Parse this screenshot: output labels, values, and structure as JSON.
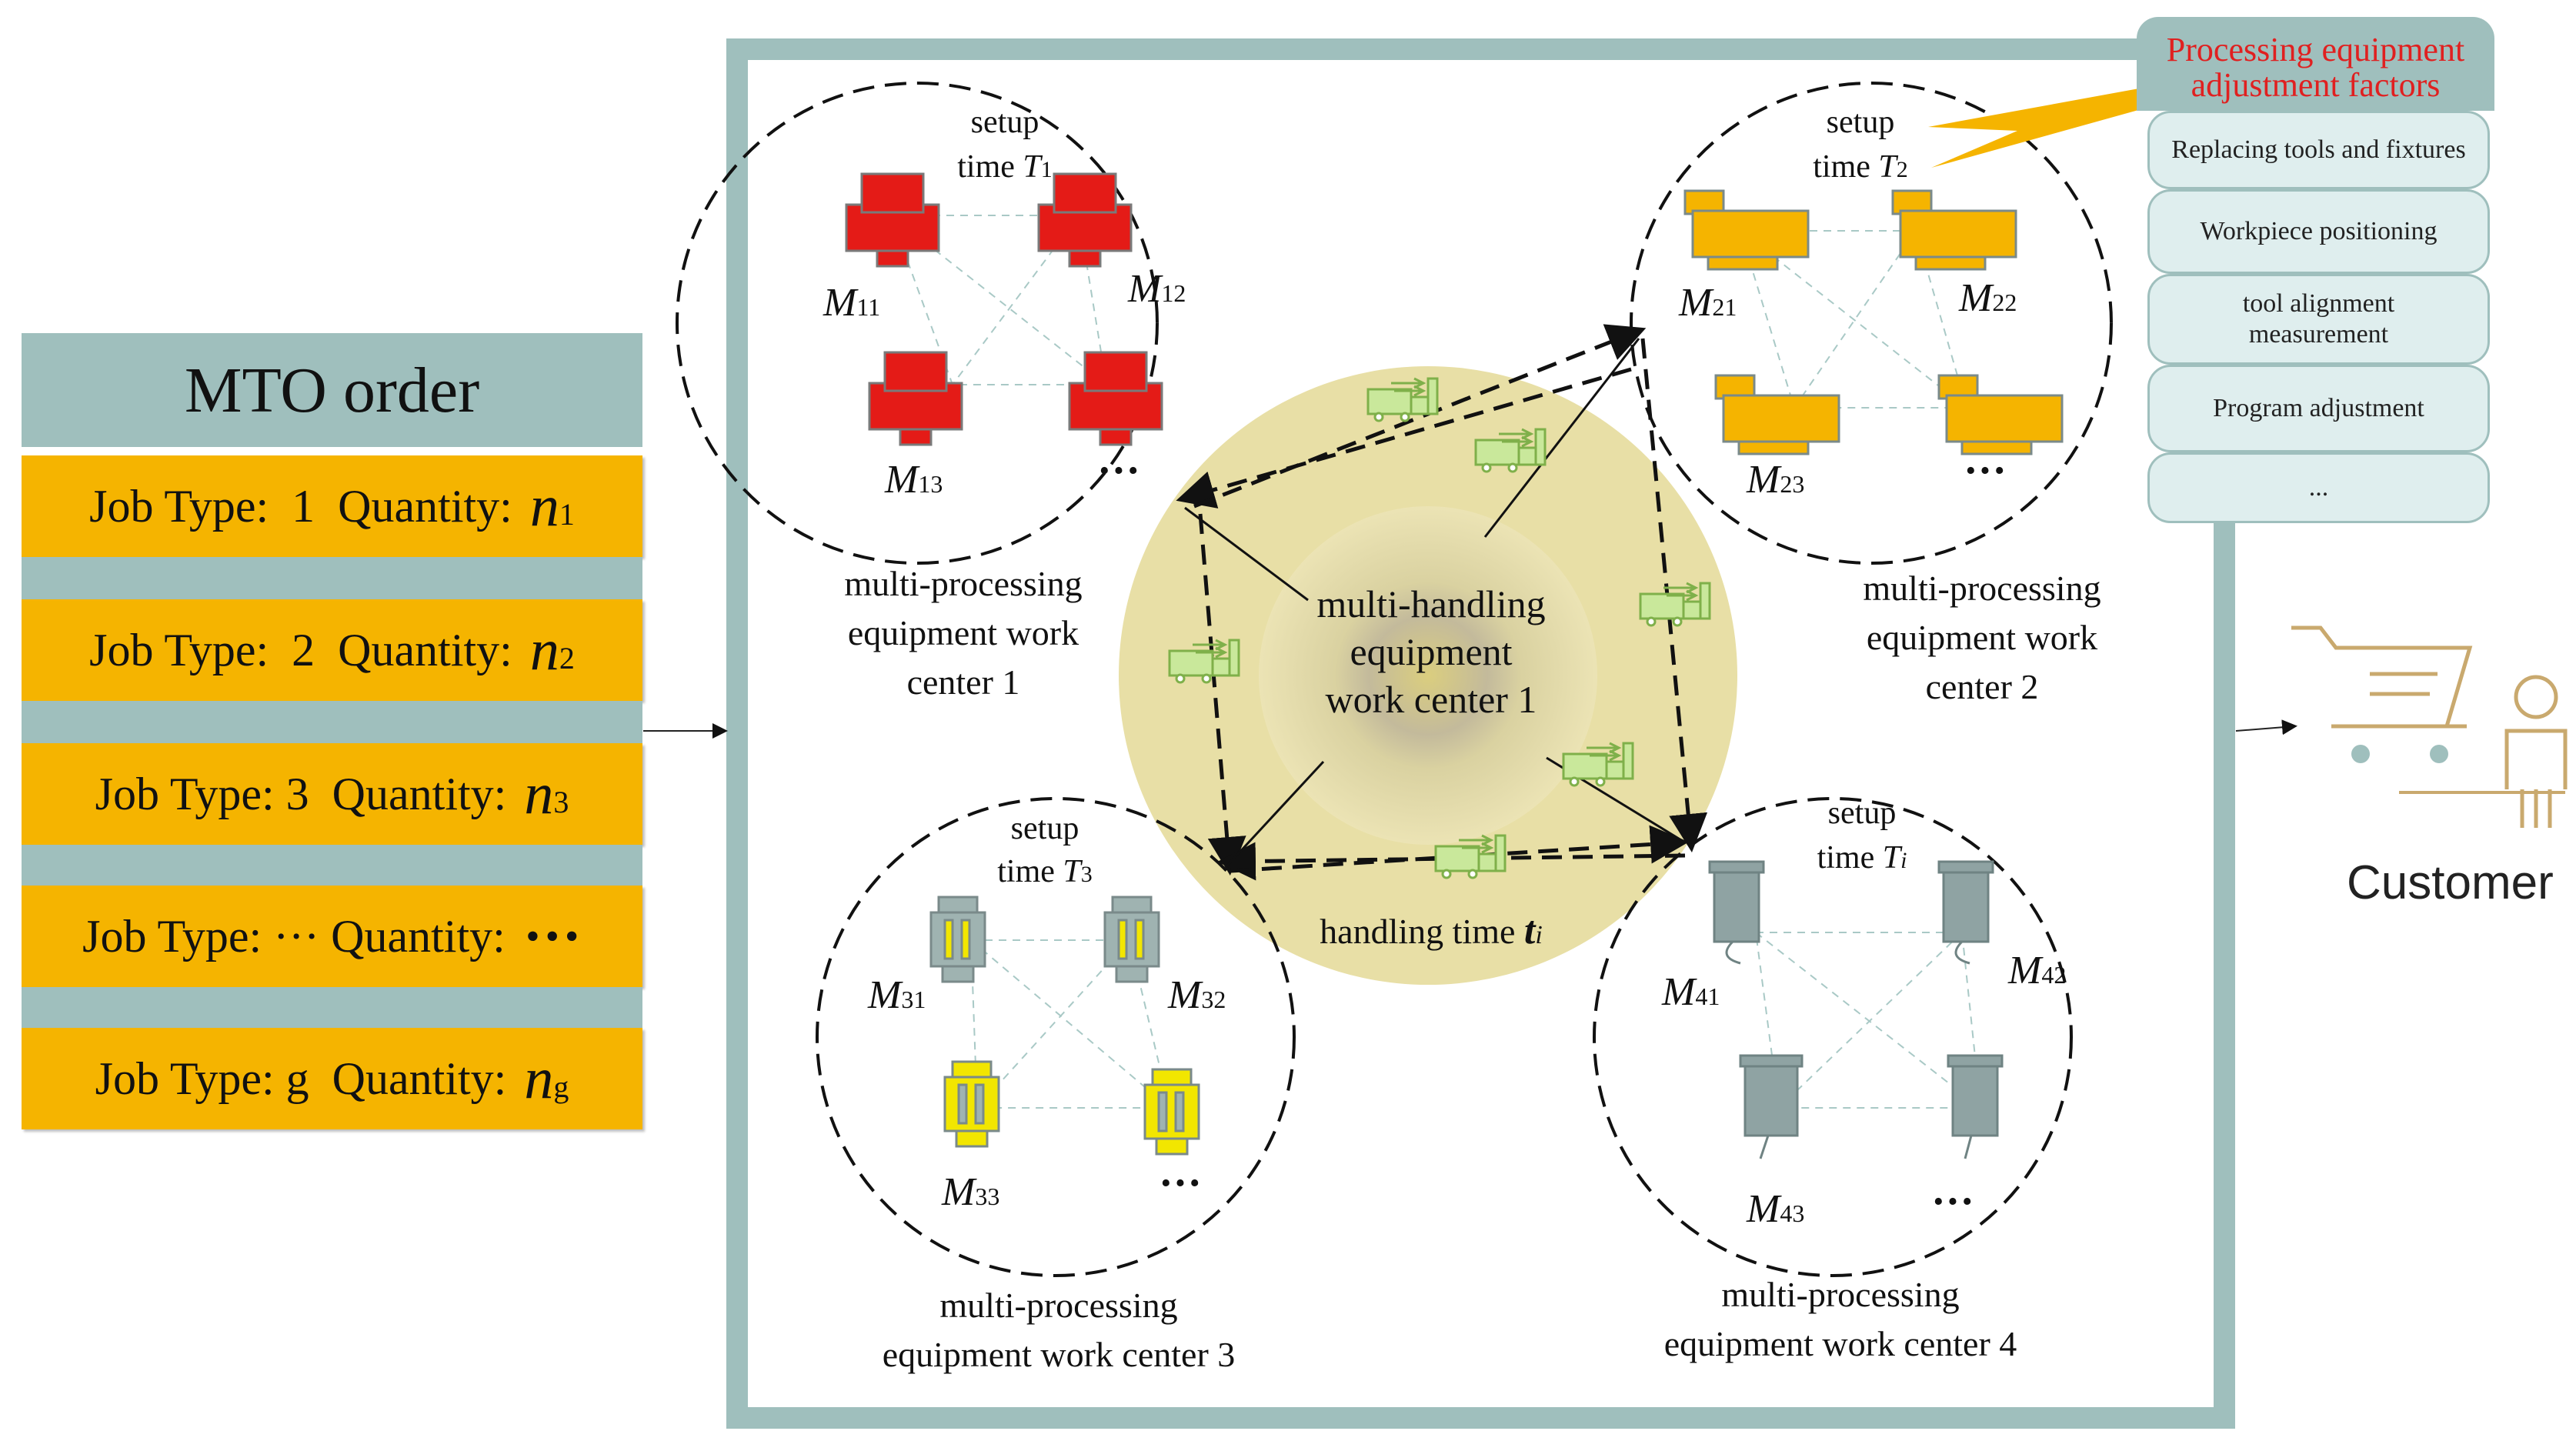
{
  "order": {
    "title": "MTO order",
    "rows": [
      {
        "job": "Job Type:  1  Quantity: ",
        "n": "n",
        "sub": "1"
      },
      {
        "job": "Job Type:  2  Quantity: ",
        "n": "n",
        "sub": "2"
      },
      {
        "job": "Job Type: 3  Quantity: ",
        "n": "n",
        "sub": "3"
      },
      {
        "job": "Job Type: ··· Quantity: ",
        "n": "···",
        "sub": ""
      },
      {
        "job": "Job Type: g  Quantity: ",
        "n": "n",
        "sub": "g"
      }
    ]
  },
  "factors": {
    "title": "Processing equipment adjustment factors",
    "items": [
      "Replacing tools and fixtures",
      "Workpiece positioning",
      "tool alignment measurement",
      "Program adjustment",
      "..."
    ]
  },
  "customer": {
    "label": "Customer"
  },
  "handling_center": {
    "label_lines": [
      "multi-handling",
      "equipment",
      "work center 1"
    ],
    "handling_time": "handling time ",
    "handling_time_sym": "t",
    "handling_time_sub": "i"
  },
  "work_centers": [
    {
      "label_lines": [
        "multi-processing",
        "equipment work",
        "center 1"
      ],
      "setup": "setup",
      "time": "time ",
      "T": "T",
      "Tsub": "1",
      "machines": [
        {
          "M": "M",
          "sub": "11"
        },
        {
          "M": "M",
          "sub": "12"
        },
        {
          "M": "M",
          "sub": "13"
        }
      ],
      "more": "···"
    },
    {
      "label_lines": [
        "multi-processing",
        "equipment work",
        "center 2"
      ],
      "setup": "setup",
      "time": "time ",
      "T": "T",
      "Tsub": "2",
      "machines": [
        {
          "M": "M",
          "sub": "21"
        },
        {
          "M": "M",
          "sub": "22"
        },
        {
          "M": "M",
          "sub": "23"
        }
      ],
      "more": "···"
    },
    {
      "label_lines": [
        "multi-processing",
        "equipment work center 3"
      ],
      "setup": "setup",
      "time": "time ",
      "T": "T",
      "Tsub": "3",
      "machines": [
        {
          "M": "M",
          "sub": "31"
        },
        {
          "M": "M",
          "sub": "32"
        },
        {
          "M": "M",
          "sub": "33"
        }
      ],
      "more": "···"
    },
    {
      "label_lines": [
        "multi-processing",
        "equipment work center 4"
      ],
      "setup": "setup",
      "time": "time ",
      "T": "T",
      "Tsub": "i",
      "machines": [
        {
          "M": "M",
          "sub": "41"
        },
        {
          "M": "M",
          "sub": "42"
        },
        {
          "M": "M",
          "sub": "43"
        }
      ],
      "more": "···"
    }
  ],
  "colors": {
    "teal": "#9fbfbd",
    "order_row": "#f5b400",
    "handling_zone": "#e8dfa6",
    "machine_red": "#e41b17",
    "machine_orange": "#f5b400",
    "machine_gray": "#8fa3a3",
    "machine_yellow": "#f2e600",
    "truck_green": "#c9e89b",
    "factor_title": "#e02020"
  }
}
